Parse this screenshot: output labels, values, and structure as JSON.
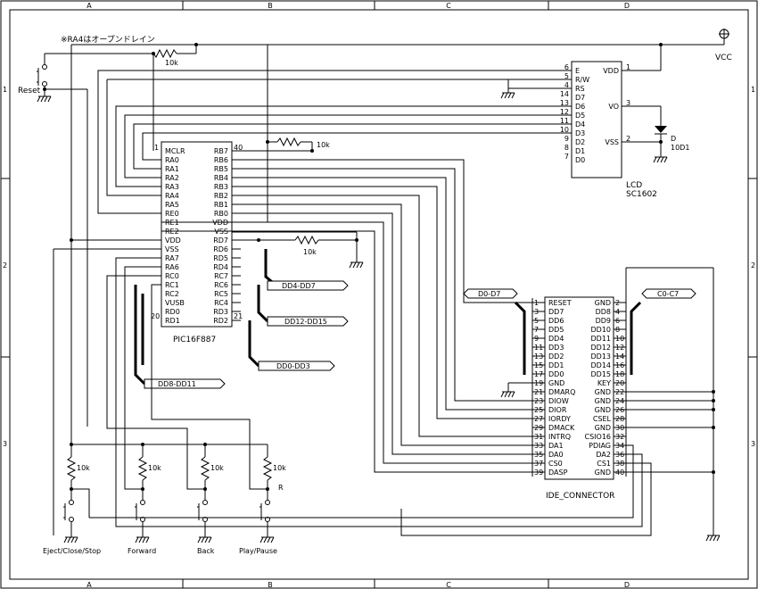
{
  "border": {
    "cols": [
      "A",
      "B",
      "C",
      "D"
    ],
    "rows": [
      "1",
      "2",
      "3"
    ]
  },
  "note": "※RA4はオープンドレイン",
  "vcc": "VCC",
  "reset_label": "Reset",
  "resistors": {
    "r_reset": "10k",
    "r_rb7": "10k",
    "r_rd7": "10k",
    "r_b1": "10k",
    "r_b2": "10k",
    "r_b3": "10k",
    "r_b4": "10k"
  },
  "diode": {
    "ref": "D",
    "part": "10D1"
  },
  "pic": {
    "name": "PIC16F887",
    "pin_first_left": "1",
    "pin_first_right": "40",
    "pin_last_left": "20",
    "pin_last_right": "21",
    "left": [
      "MCLR",
      "RA0",
      "RA1",
      "RA2",
      "RA3",
      "RA4",
      "RA5",
      "RE0",
      "RE1",
      "RE2",
      "VDD",
      "VSS",
      "RA7",
      "RA6",
      "RC0",
      "RC1",
      "RC2",
      "VUSB",
      "RD0",
      "RD1"
    ],
    "right": [
      "RB7",
      "RB6",
      "RB5",
      "RB4",
      "RB3",
      "RB2",
      "RB1",
      "RB0",
      "VDD",
      "VSS",
      "RD7",
      "RD6",
      "RD5",
      "RD4",
      "RC7",
      "RC6",
      "RC5",
      "RC4",
      "RD3",
      "RD2"
    ]
  },
  "lcd": {
    "name": "LCD",
    "part": "SC1602",
    "left": [
      {
        "num": "6",
        "name": "E"
      },
      {
        "num": "5",
        "name": "R/W"
      },
      {
        "num": "4",
        "name": "RS"
      },
      {
        "num": "14",
        "name": "D7"
      },
      {
        "num": "13",
        "name": "D6"
      },
      {
        "num": "12",
        "name": "D5"
      },
      {
        "num": "11",
        "name": "D4"
      },
      {
        "num": "10",
        "name": "D3"
      },
      {
        "num": "9",
        "name": "D2"
      },
      {
        "num": "8",
        "name": "D1"
      },
      {
        "num": "7",
        "name": "D0"
      }
    ],
    "right": [
      {
        "num": "1",
        "name": "VDD"
      },
      {
        "num": "3",
        "name": "VO"
      },
      {
        "num": "2",
        "name": "VSS"
      }
    ]
  },
  "ide": {
    "name": "IDE_CONNECTOR",
    "left": [
      {
        "num": "1",
        "name": "RESET"
      },
      {
        "num": "3",
        "name": "DD7"
      },
      {
        "num": "5",
        "name": "DD6"
      },
      {
        "num": "7",
        "name": "DD5"
      },
      {
        "num": "9",
        "name": "DD4"
      },
      {
        "num": "11",
        "name": "DD3"
      },
      {
        "num": "13",
        "name": "DD2"
      },
      {
        "num": "15",
        "name": "DD1"
      },
      {
        "num": "17",
        "name": "DD0"
      },
      {
        "num": "19",
        "name": "GND"
      },
      {
        "num": "21",
        "name": "DMARQ"
      },
      {
        "num": "23",
        "name": "DIOW"
      },
      {
        "num": "25",
        "name": "DIOR"
      },
      {
        "num": "27",
        "name": "IORDY"
      },
      {
        "num": "29",
        "name": "DMACK"
      },
      {
        "num": "31",
        "name": "INTRQ"
      },
      {
        "num": "33",
        "name": "DA1"
      },
      {
        "num": "35",
        "name": "DA0"
      },
      {
        "num": "37",
        "name": "CS0"
      },
      {
        "num": "39",
        "name": "DASP"
      }
    ],
    "right": [
      {
        "num": "2",
        "name": "GND"
      },
      {
        "num": "4",
        "name": "DD8"
      },
      {
        "num": "6",
        "name": "DD9"
      },
      {
        "num": "8",
        "name": "DD10"
      },
      {
        "num": "10",
        "name": "DD11"
      },
      {
        "num": "12",
        "name": "DD12"
      },
      {
        "num": "14",
        "name": "DD13"
      },
      {
        "num": "16",
        "name": "DD14"
      },
      {
        "num": "18",
        "name": "DD15"
      },
      {
        "num": "20",
        "name": "KEY"
      },
      {
        "num": "22",
        "name": "GND"
      },
      {
        "num": "24",
        "name": "GND"
      },
      {
        "num": "26",
        "name": "GND"
      },
      {
        "num": "28",
        "name": "CSEL"
      },
      {
        "num": "30",
        "name": "GND"
      },
      {
        "num": "32",
        "name": "CSIO16"
      },
      {
        "num": "34",
        "name": "PDIAG"
      },
      {
        "num": "36",
        "name": "DA2"
      },
      {
        "num": "38",
        "name": "CS1"
      },
      {
        "num": "40",
        "name": "GND"
      }
    ]
  },
  "buses": {
    "dd4_dd7": "DD4-DD7",
    "dd12_dd15": "DD12-DD15",
    "dd0_dd3": "DD0-DD3",
    "dd8_dd11": "DD8-DD11",
    "d0_d7": "D0-D7",
    "c0_c7": "C0-C7"
  },
  "buttons": {
    "eject": "Eject/Close/Stop",
    "forward": "Forward",
    "back": "Back",
    "play": "Play/Pause",
    "r_mark": "R"
  }
}
